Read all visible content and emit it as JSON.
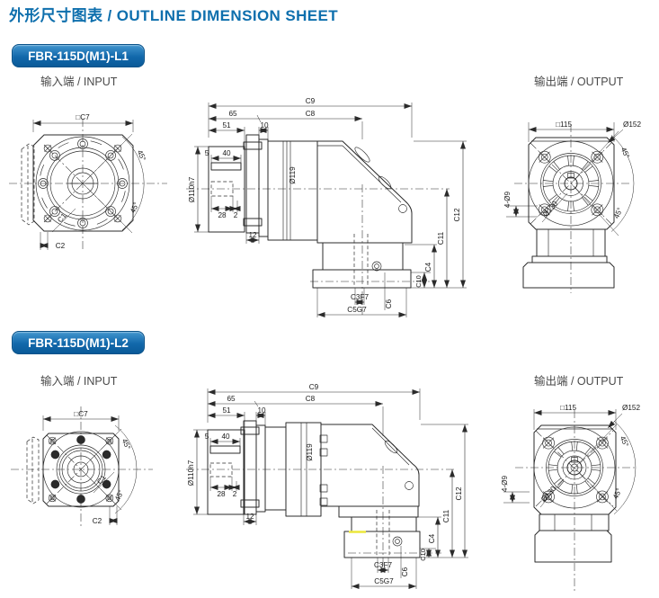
{
  "page": {
    "title": "外形尺寸图表 / OUTLINE DIMENSION SHEET",
    "accent_color": "#0e6fad",
    "badge_color": "#0d64a8"
  },
  "sections": [
    {
      "badge": "FBR-115D(M1)-L1",
      "input_label": "输入端 / INPUT",
      "output_label": "输出端 / OUTPUT",
      "front": {
        "c7": "□C7",
        "c1": "C1",
        "c2": "C2",
        "a1": "45°",
        "a2": "45°"
      },
      "side": {
        "c9": "C9",
        "c8": "C8",
        "d65": "65",
        "d51": "51",
        "d10": "10",
        "d5": "5",
        "d40": "40",
        "shaft": "Ø110h7",
        "body": "Ø119",
        "d28": "28",
        "d2": "2",
        "d12": "12",
        "c12": "C12",
        "c11": "C11",
        "c4": "C4",
        "c10": "C10",
        "c3": "C3F7",
        "c6": "C6",
        "c5": "C5G7"
      },
      "rear": {
        "sq": "□115",
        "dia": "Ø152",
        "a1": "45°",
        "a2": "45°",
        "holes": "4-Ø9",
        "pilot": "Ø130"
      }
    },
    {
      "badge": "FBR-115D(M1)-L2",
      "input_label": "输入端 / INPUT",
      "output_label": "输出端 / OUTPUT",
      "front": {
        "c7": "□C7",
        "c1": "C1",
        "c2": "C2",
        "a1": "45°",
        "a2": "45°"
      },
      "side": {
        "c9": "C9",
        "c8": "C8",
        "d65": "65",
        "d51": "51",
        "d10": "10",
        "d5": "5",
        "d40": "40",
        "shaft": "Ø110h7",
        "body": "Ø119",
        "d28": "28",
        "d2": "2",
        "d12": "12",
        "c12": "C12",
        "c11": "C11",
        "c4": "C4",
        "c10": "C10",
        "c3": "C3F7",
        "c6": "C6",
        "c5": "C5G7"
      },
      "rear": {
        "sq": "□115",
        "dia": "Ø152",
        "a1": "45°",
        "a2": "45°",
        "holes": "4-Ø9",
        "pilot": "Ø130"
      }
    }
  ]
}
